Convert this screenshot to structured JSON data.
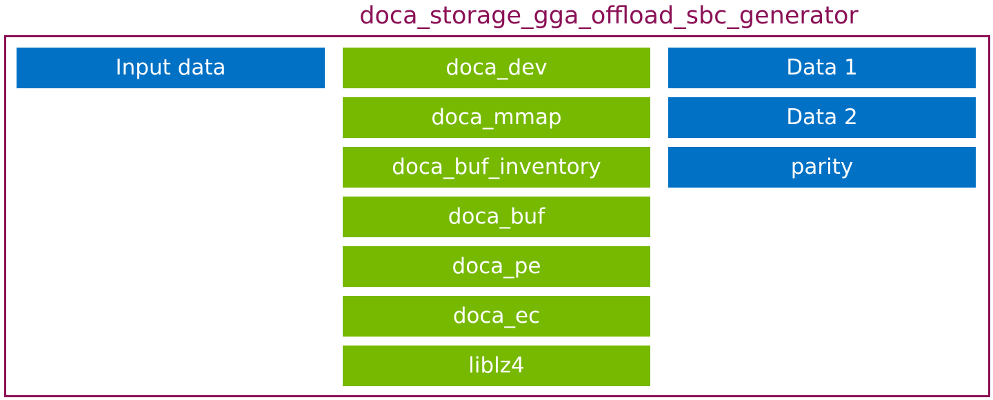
{
  "title": "doca_storage_gga_offload_sbc_generator",
  "colors": {
    "frame": "#8b1156",
    "blue": "#0071c5",
    "green": "#76b900"
  },
  "input": {
    "label": "Input data"
  },
  "libraries": [
    {
      "label": "doca_dev"
    },
    {
      "label": "doca_mmap"
    },
    {
      "label": "doca_buf_inventory"
    },
    {
      "label": "doca_buf"
    },
    {
      "label": "doca_pe"
    },
    {
      "label": "doca_ec"
    },
    {
      "label": "liblz4"
    }
  ],
  "outputs": [
    {
      "label": "Data 1"
    },
    {
      "label": "Data 2"
    },
    {
      "label": "parity"
    }
  ]
}
